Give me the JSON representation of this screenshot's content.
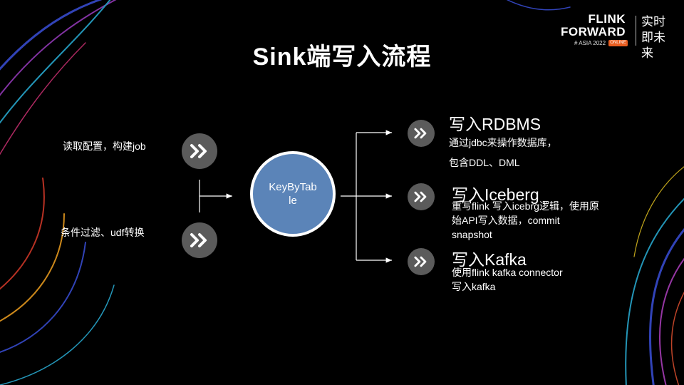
{
  "title": "Sink端写入流程",
  "logo": {
    "line1": "FLINK",
    "line2": "FORWARD",
    "event": "# ASIA 2022",
    "badge": "ONLINE",
    "slogan": "实时即未来"
  },
  "inputs": [
    {
      "label": "读取配置，构建job",
      "icon": "chevron-double-right"
    },
    {
      "label": "条件过滤、udf转换",
      "icon": "chevron-double-right"
    }
  ],
  "center": {
    "label": "KeyByTable"
  },
  "outputs": [
    {
      "heading": "写入RDBMS",
      "desc_lines": [
        "通过jdbc来操作数据库，",
        "包含DDL、DML"
      ],
      "icon": "chevron-double-right"
    },
    {
      "heading": "写入Iceberg",
      "desc_lines": [
        "重写flink 写入icebrg逻辑，使用原",
        "始API写入数据，commit",
        "snapshot"
      ],
      "icon": "chevron-double-right"
    },
    {
      "heading": "写入Kafka",
      "desc_lines": [
        "使用flink kafka connector",
        "写入kafka"
      ],
      "icon": "chevron-double-right"
    }
  ],
  "colors": {
    "background": "#000000",
    "icon_circle": "#5b5b5b",
    "center_fill": "#5b84b8",
    "text": "#ffffff"
  }
}
